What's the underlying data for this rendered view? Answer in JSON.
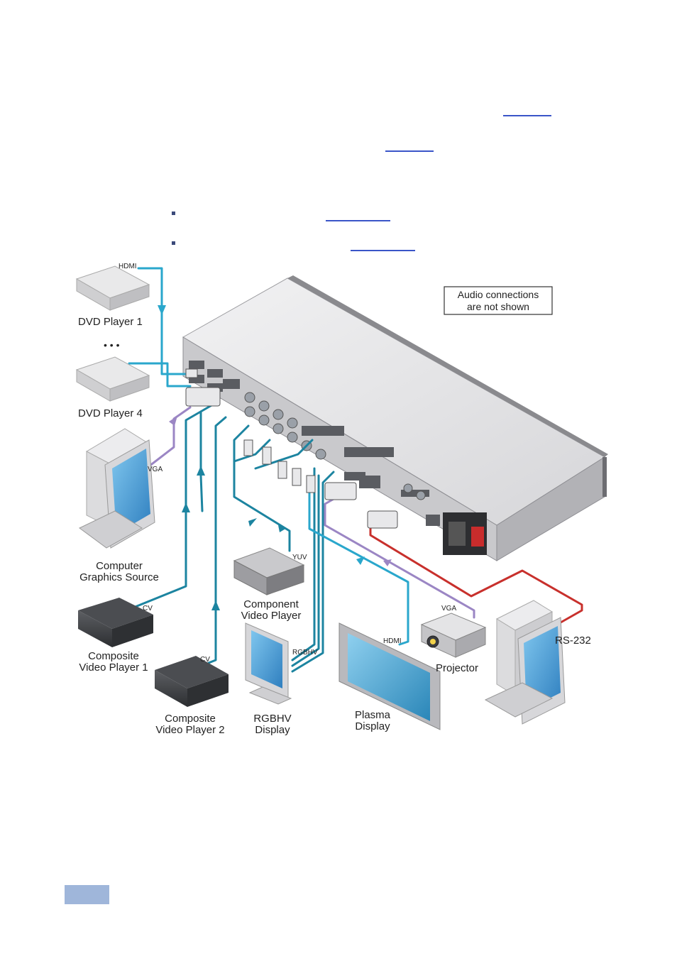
{
  "diagram": {
    "note": "Audio connections are not shown",
    "note_lines": [
      "Audio connections",
      "are not shown"
    ],
    "devices": {
      "dvd1": "DVD  Player 1",
      "ellipsis": "• • •",
      "dvd4": "DVD  Player 4",
      "computer_line1": "Computer",
      "computer_line2": "Graphics Source",
      "composite1_line1": "Composite",
      "composite1_line2": "Video Player 1",
      "composite2_line1": "Composite",
      "composite2_line2": "Video Player 2",
      "component_line1": "Component",
      "component_line2": "Video  Player",
      "rgbhv_line1": "RGBHV",
      "rgbhv_line2": "Display",
      "plasma_line1": "Plasma",
      "plasma_line2": "Display",
      "projector": "Projector",
      "rs232": "RS-232"
    },
    "signal_labels": {
      "hdmi_in": "HDMI",
      "vga_in": "VGA",
      "cv1": "CV",
      "cv2": "CV",
      "yuv": "YUV",
      "rgbhv": "RGBHV",
      "hdmi_out": "HDMI",
      "vga_out": "VGA"
    },
    "colors": {
      "hdmi_cable": "#2aa7cc",
      "video_cable": "#1c84a0",
      "vga_cable": "#9b86c4",
      "rs232_cable": "#c8302c",
      "chassis_top": "#e6e6e8",
      "chassis_dark": "#7a7a7e"
    }
  }
}
